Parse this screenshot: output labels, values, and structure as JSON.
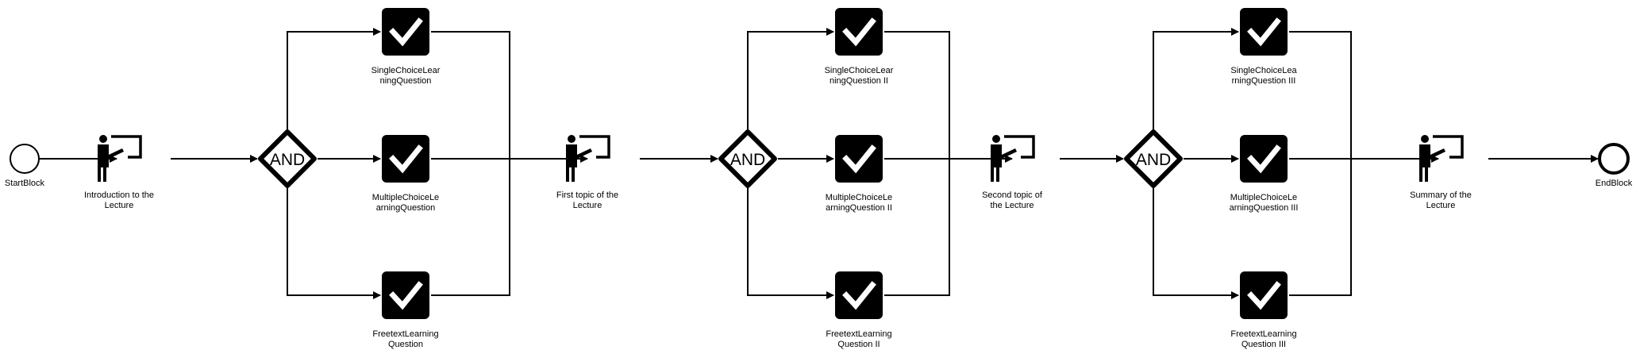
{
  "start_label": "StartBlock",
  "end_label": "EndBlock",
  "gateway_text": "AND",
  "lectures": [
    "Introduction to the\nLecture",
    "First topic of the\nLecture",
    "Second topic of\nthe Lecture",
    "Summary of the\nLecture"
  ],
  "groups": [
    {
      "single": "SingleChoiceLear\nningQuestion",
      "multiple": "MultipleChoiceLe\narningQuestion",
      "freetext": "FreetextLearning\nQuestion"
    },
    {
      "single": "SingleChoiceLear\nningQuestion II",
      "multiple": "MultipleChoiceLe\narningQuestion II",
      "freetext": "FreetextLearning\nQuestion II"
    },
    {
      "single": "SingleChoiceLea\nrningQuestion III",
      "multiple": "MultipleChoiceLe\narningQuestion III",
      "freetext": "FreetextLearning\nQuestion III"
    }
  ]
}
